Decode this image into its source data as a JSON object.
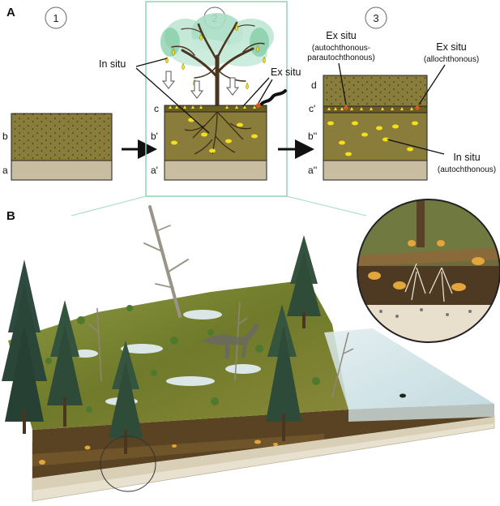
{
  "panels": {
    "a": "A",
    "b": "B"
  },
  "steps": [
    "1",
    "2",
    "3"
  ],
  "layers": {
    "p1": [
      "b",
      "a"
    ],
    "p2": [
      "c",
      "b'",
      "a'"
    ],
    "p3": [
      "d",
      "c'",
      "b''",
      "a''"
    ]
  },
  "labels": {
    "in_situ": "In situ",
    "ex_situ": "Ex situ",
    "ex_situ_auto_1": "(autochthonous-",
    "ex_situ_auto_2": "parautochthonous)",
    "ex_situ_allo": "(allochthonous)",
    "in_situ_p3": "In situ",
    "in_situ_p3_sub": "(autochthonous)"
  },
  "colors": {
    "soil": "#8a7d3b",
    "soil_dark": "#6b5e24",
    "bedrock": "#c8bca1",
    "highlight_frame": "#8fd4b4",
    "seed": "#f2e01a",
    "red_seed": "#d85a1e"
  }
}
